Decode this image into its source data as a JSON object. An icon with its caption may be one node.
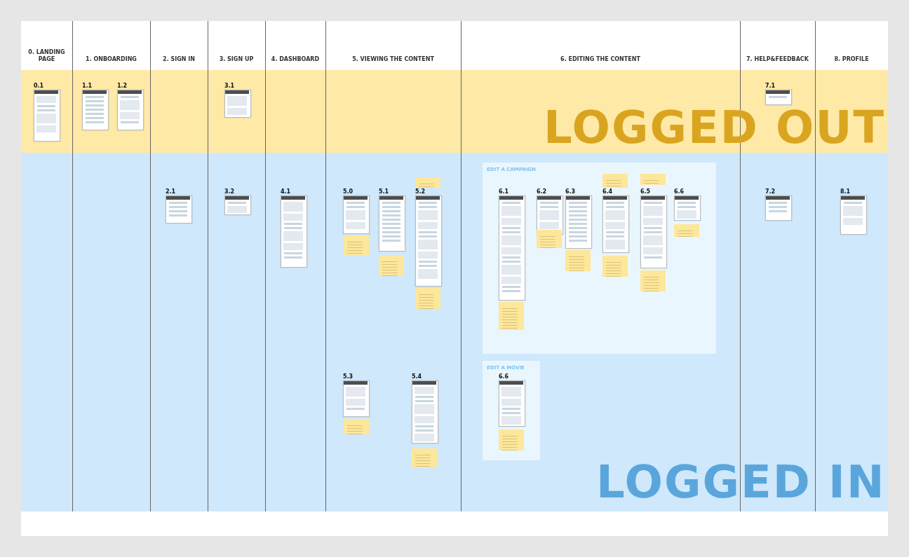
{
  "diagram": {
    "nodes": [
      {
        "text": [
          "LOGGED OUT"
        ]
      },
      {
        "text": [
          "0.1"
        ],
        "in": 0
      },
      {
        "text": [
          "1.1"
        ],
        "in": 0
      },
      {
        "text": [
          "1.2"
        ],
        "in": 0
      },
      {
        "text": [
          "3.1"
        ],
        "in": 0
      },
      {
        "text": [
          "7.1"
        ],
        "in": 0
      },
      {
        "text": [
          "LOGGED IN"
        ]
      },
      {
        "text": [
          "2.1"
        ],
        "in": 6
      },
      {
        "text": [
          "3.2"
        ],
        "in": 6
      },
      {
        "text": [
          "4.1"
        ],
        "in": 6
      },
      {
        "text": [
          "5.0"
        ],
        "in": 6
      },
      {
        "text": [],
        "shape": "note",
        "in": 6
      },
      {
        "text": [
          "5.1"
        ],
        "in": 6
      },
      {
        "text": [],
        "shape": "note",
        "in": 6
      },
      {
        "text": [],
        "shape": "note",
        "in": 6
      },
      {
        "text": [
          "5.2"
        ],
        "in": 6
      },
      {
        "text": [],
        "shape": "note",
        "in": 6
      },
      {
        "text": [
          "EDIT A CAMPAIGN"
        ],
        "in": 6
      },
      {
        "text": [
          "6.1"
        ],
        "in": 17
      },
      {
        "text": [],
        "shape": "note",
        "in": 17
      },
      {
        "text": [
          "6.2"
        ],
        "in": 17
      },
      {
        "text": [],
        "shape": "note",
        "in": 17
      },
      {
        "text": [
          "6.3"
        ],
        "in": 17
      },
      {
        "text": [],
        "shape": "note",
        "in": 17
      },
      {
        "text": [],
        "shape": "note",
        "in": 17
      },
      {
        "text": [
          "6.4"
        ],
        "in": 17
      },
      {
        "text": [],
        "shape": "note",
        "in": 17
      },
      {
        "text": [],
        "shape": "note",
        "in": 17
      },
      {
        "text": [
          "6.5"
        ],
        "in": 17
      },
      {
        "text": [],
        "shape": "note",
        "in": 17
      },
      {
        "text": [
          "6.6"
        ],
        "in": 17
      },
      {
        "text": [],
        "shape": "note",
        "in": 17
      },
      {
        "text": [
          "7.2"
        ],
        "in": 6
      },
      {
        "text": [
          "8.1"
        ],
        "in": 6
      },
      {
        "text": [
          "5.3"
        ],
        "in": 6
      },
      {
        "text": [],
        "shape": "note",
        "in": 6
      },
      {
        "text": [
          "5.4"
        ],
        "in": 6
      },
      {
        "text": [],
        "shape": "note",
        "in": 6
      },
      {
        "text": [
          "EDIT A MOVIE"
        ],
        "in": 6
      },
      {
        "text": [
          "6.6"
        ],
        "in": 38
      },
      {
        "text": [],
        "shape": "note",
        "in": 38
      }
    ],
    "edges": [],
    "labels": [
      "0. LANDING PAGE",
      "1. ONBOARDING",
      "2. SIGN IN",
      "3. SIGN UP",
      "4. DASHBOARD",
      "5. VIEWING THE CONTENT",
      "6. EDITING THE CONTENT",
      "7. HELP&FEEDBACK",
      "8. PROFILE"
    ]
  }
}
